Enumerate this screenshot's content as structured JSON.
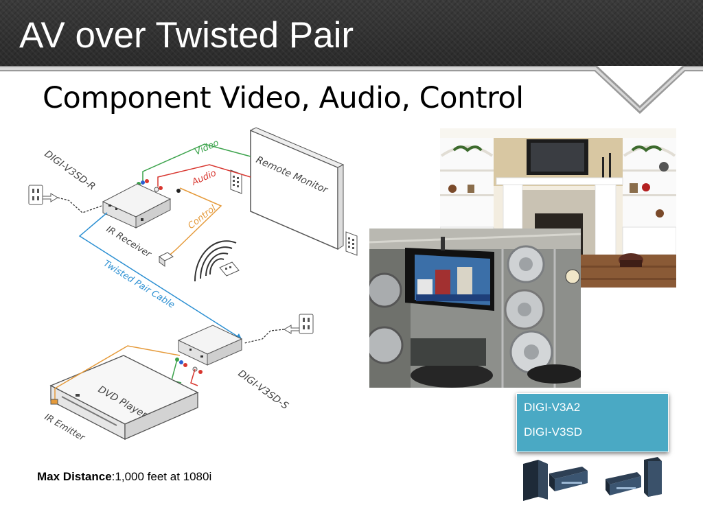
{
  "slide": {
    "title": "AV over Twisted Pair",
    "subtitle": "Component Video, Audio, Control"
  },
  "diagram": {
    "labels": {
      "receiver": "DIGI-V3SD-R",
      "sender": "DIGI-V3SD-S",
      "video": "Video",
      "audio": "Audio",
      "control": "Control",
      "ir_receiver": "IR Receiver",
      "cable": "Twisted Pair Cable",
      "monitor": "Remote Monitor",
      "dvd": "DVD Player",
      "ir_emitter": "IR Emitter"
    },
    "colors": {
      "video": "#3aa24a",
      "audio": "#d8362f",
      "control": "#e59a3a",
      "twisted_pair": "#2b8fd2"
    }
  },
  "products": {
    "items": [
      "DIGI-V3A2",
      "DIGI-V3SD"
    ],
    "box_color": "#4aa9c4"
  },
  "footnote": {
    "label": "Max Distance",
    "value": ":1,000 feet at 1080i"
  },
  "theme": {
    "title_band": "#333333",
    "title_text": "#ffffff"
  }
}
